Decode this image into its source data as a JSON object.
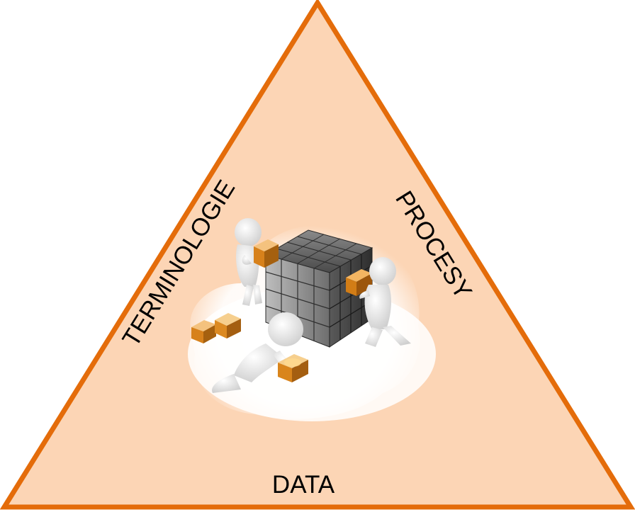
{
  "diagram": {
    "labels": {
      "left": "TERMINOLOGIE",
      "right": "PROCESY",
      "bottom": "DATA"
    },
    "colors": {
      "triangle_fill": "#fcd5b5",
      "triangle_stroke": "#e46c0a",
      "cube_dark": "#555555",
      "cube_accent": "#e38b1f",
      "figure": "#f2f2f2"
    },
    "illustration": {
      "description_icon": "teamwork-cube-icon"
    }
  }
}
